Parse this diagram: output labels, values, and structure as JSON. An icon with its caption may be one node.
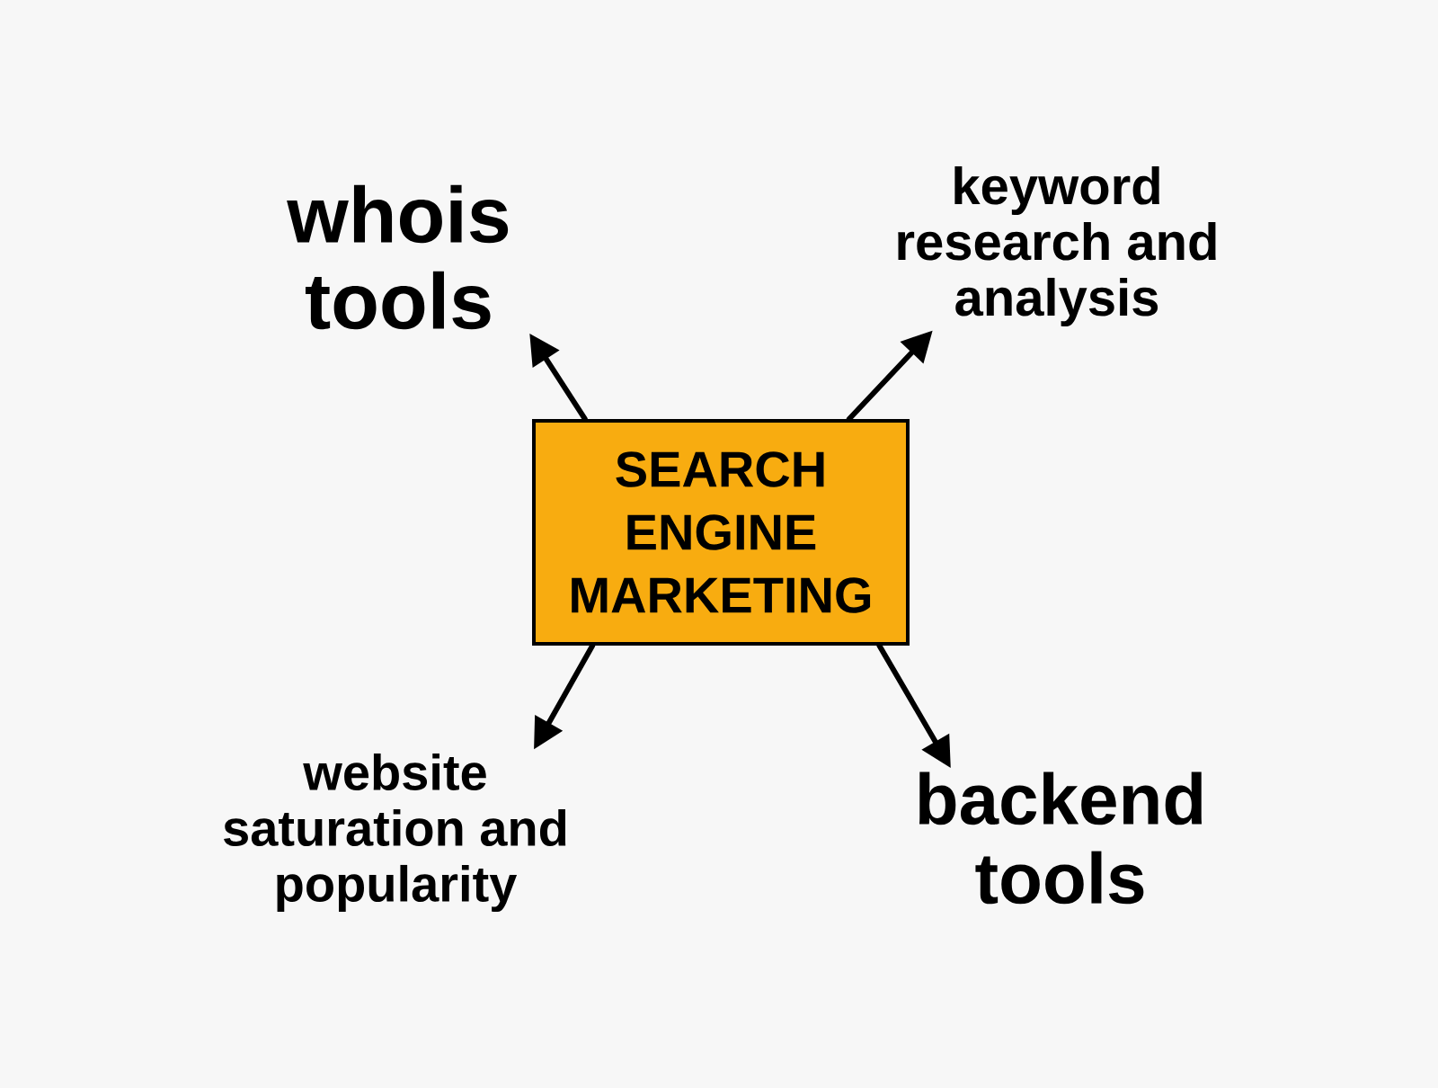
{
  "diagram": {
    "nodes": [
      {
        "text": [
          "SEARCH ENGINE MARKETING"
        ]
      },
      {
        "text": [
          "whois tools"
        ]
      },
      {
        "text": [
          "keyword research and analysis"
        ]
      },
      {
        "text": [
          "website saturation and popularity"
        ]
      },
      {
        "text": [
          "backend tools"
        ]
      }
    ],
    "edges": [
      {
        "from": 0,
        "to": 1,
        "arrow": "to"
      },
      {
        "from": 0,
        "to": 2,
        "arrow": "to"
      },
      {
        "from": 0,
        "to": 3,
        "arrow": "to"
      },
      {
        "from": 0,
        "to": 4,
        "arrow": "to"
      }
    ]
  }
}
